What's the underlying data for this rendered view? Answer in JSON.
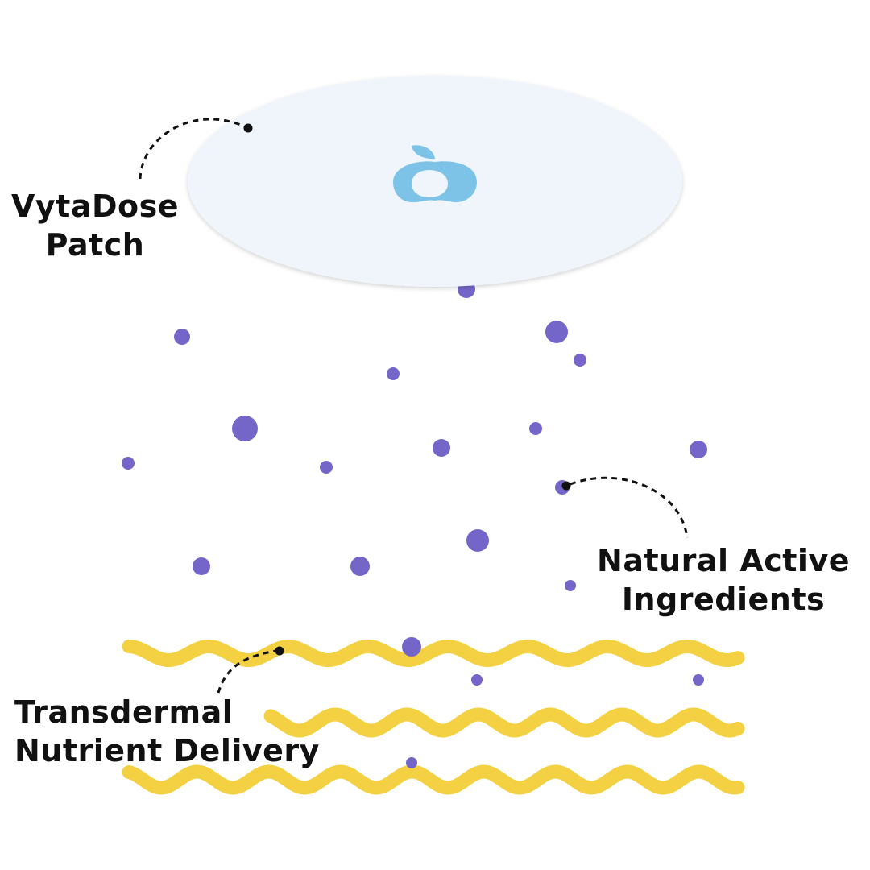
{
  "diagram": {
    "colors": {
      "background": "#ffffff",
      "patch_fill": "#eff5fb",
      "logo": "#7dc3e8",
      "particle": "#7466c9",
      "wave": "#f4d143",
      "leader_line": "#111111",
      "text": "#111111"
    },
    "labels": {
      "patch": {
        "line1": "VytaDose",
        "line2": "Patch"
      },
      "ingredients": {
        "line1": "Natural Active",
        "line2": "Ingredients"
      },
      "delivery": {
        "line1": "Transdermal",
        "line2": "Nutrient Delivery"
      }
    },
    "icons": {
      "patch_logo": "apple-logo-icon"
    },
    "particle_count": 22,
    "wave_count": 3
  }
}
